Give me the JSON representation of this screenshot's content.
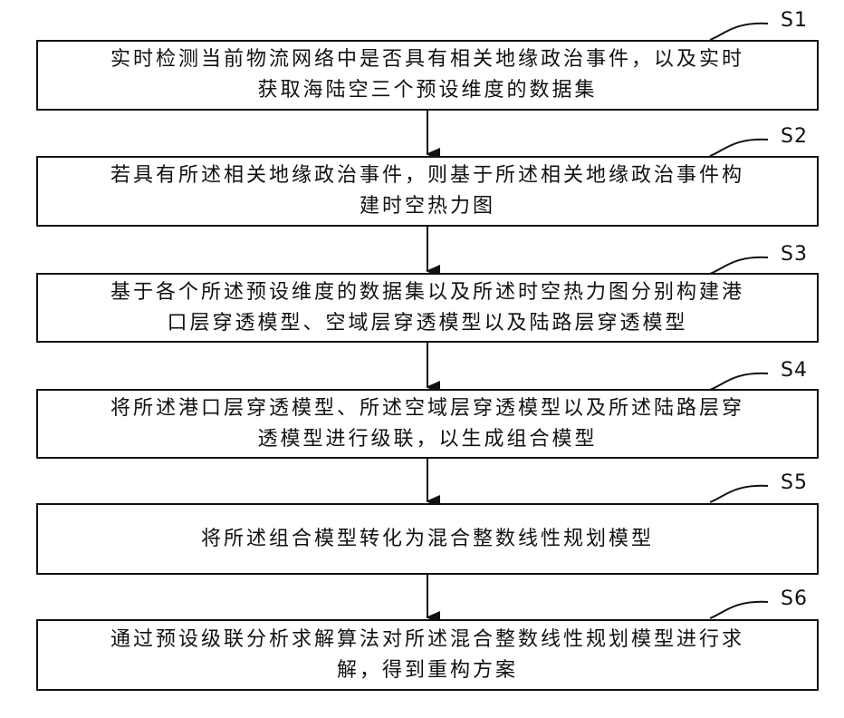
{
  "steps": [
    {
      "label": "S1",
      "text_line1": "实时检测当前物流网络中是否具有相关地缘政治事件，以及实时",
      "text_line2": "获取海陆空三个预设维度的数据集"
    },
    {
      "label": "S2",
      "text_line1": "若具有所述相关地缘政治事件，则基于所述相关地缘政治事件构",
      "text_line2": "建时空热力图"
    },
    {
      "label": "S3",
      "text_line1": "基于各个所述预设维度的数据集以及所述时空热力图分别构建港",
      "text_line2": "口层穿透模型、空域层穿透模型以及陆路层穿透模型"
    },
    {
      "label": "S4",
      "text_line1": "将所述港口层穿透模型、所述空域层穿透模型以及所述陆路层穿",
      "text_line2": "透模型进行级联，以生成组合模型"
    },
    {
      "label": "S5",
      "text_line1": "将所述组合模型转化为混合整数线性规划模型",
      "text_line2": ""
    },
    {
      "label": "S6",
      "text_line1": "通过预设级联分析求解算法对所述混合整数线性规划模型进行求",
      "text_line2": "解，得到重构方案"
    }
  ]
}
